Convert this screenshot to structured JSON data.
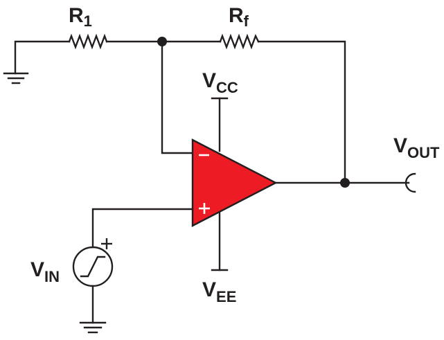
{
  "labels": {
    "r1": {
      "main": "R",
      "sub": "1"
    },
    "rf": {
      "main": "R",
      "sub": "f"
    },
    "vcc": {
      "main": "V",
      "sub": "CC"
    },
    "vee": {
      "main": "V",
      "sub": "EE"
    },
    "vout": {
      "main": "V",
      "sub": "OUT"
    },
    "vin": {
      "main": "V",
      "sub": "IN"
    }
  },
  "colors": {
    "opamp_fill": "#ed1c24",
    "wire": "#231f20",
    "background": "#ffffff"
  },
  "icons": {
    "opamp": "opamp-triangle-icon",
    "resistor": "resistor-zigzag-icon",
    "ground": "ground-icon",
    "source": "step-voltage-source-icon",
    "output": "output-terminal-icon"
  }
}
